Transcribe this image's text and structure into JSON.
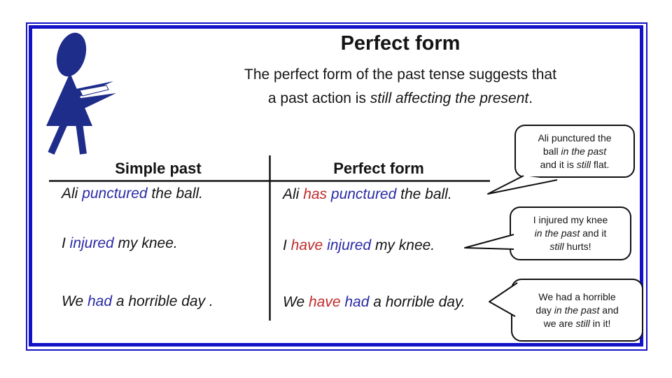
{
  "colors": {
    "frame": "#1212c8",
    "figure": "#1f2d8a",
    "verb": "#2a2aa4",
    "aux": "#bf2b2b",
    "ink": "#141414"
  },
  "slide": {
    "title": "Perfect form",
    "subtitle_line1": "The perfect form of the past tense suggests that",
    "subtitle_line2": [
      [
        {
          "t": "a past action is "
        },
        {
          "t": "still affecting the present",
          "s": "ital"
        },
        {
          "t": "."
        }
      ]
    ]
  },
  "table": {
    "left_header": "Simple past",
    "right_header": "Perfect form",
    "rows": [
      {
        "left": [
          [
            {
              "t": "Ali "
            },
            {
              "t": "punctured",
              "s": "verb"
            },
            {
              "t": " the ball."
            }
          ]
        ],
        "right": [
          [
            {
              "t": "Ali "
            },
            {
              "t": "has",
              "s": "aux"
            },
            {
              "t": " "
            },
            {
              "t": "punctured",
              "s": "verb"
            },
            {
              "t": " the ball."
            }
          ]
        ]
      },
      {
        "left": [
          [
            {
              "t": "I "
            },
            {
              "t": "injured",
              "s": "verb"
            },
            {
              "t": " my knee."
            }
          ]
        ],
        "right": [
          [
            {
              "t": "I "
            },
            {
              "t": "have",
              "s": "aux"
            },
            {
              "t": " "
            },
            {
              "t": "injured",
              "s": "verb"
            },
            {
              "t": " my knee."
            }
          ]
        ]
      },
      {
        "left": [
          [
            {
              "t": "We "
            },
            {
              "t": "had",
              "s": "verb"
            },
            {
              "t": " a horrible day ."
            }
          ]
        ],
        "right": [
          [
            {
              "t": "We "
            },
            {
              "t": "have",
              "s": "aux"
            },
            {
              "t": " "
            },
            {
              "t": "had",
              "s": "verb"
            },
            {
              "t": " a horrible day."
            }
          ]
        ]
      }
    ]
  },
  "callouts": [
    {
      "lines": [
        [
          {
            "t": "Ali punctured the"
          }
        ],
        [
          {
            "t": "ball "
          },
          {
            "t": "in the past",
            "s": "ital"
          }
        ],
        [
          {
            "t": "and it is "
          },
          {
            "t": "still",
            "s": "ital"
          },
          {
            "t": " flat."
          }
        ]
      ]
    },
    {
      "lines": [
        [
          {
            "t": "I injured my knee"
          }
        ],
        [
          {
            "t": "in the past",
            "s": "ital"
          },
          {
            "t": " and it"
          }
        ],
        [
          {
            "t": "still",
            "s": "ital"
          },
          {
            "t": " hurts!"
          }
        ]
      ]
    },
    {
      "lines": [
        [
          {
            "t": "We had a horrible"
          }
        ],
        [
          {
            "t": "day "
          },
          {
            "t": "in the past",
            "s": "ital"
          },
          {
            "t": " and"
          }
        ],
        [
          {
            "t": "we are "
          },
          {
            "t": "still",
            "s": "ital"
          },
          {
            "t": " in it!"
          }
        ]
      ]
    }
  ]
}
